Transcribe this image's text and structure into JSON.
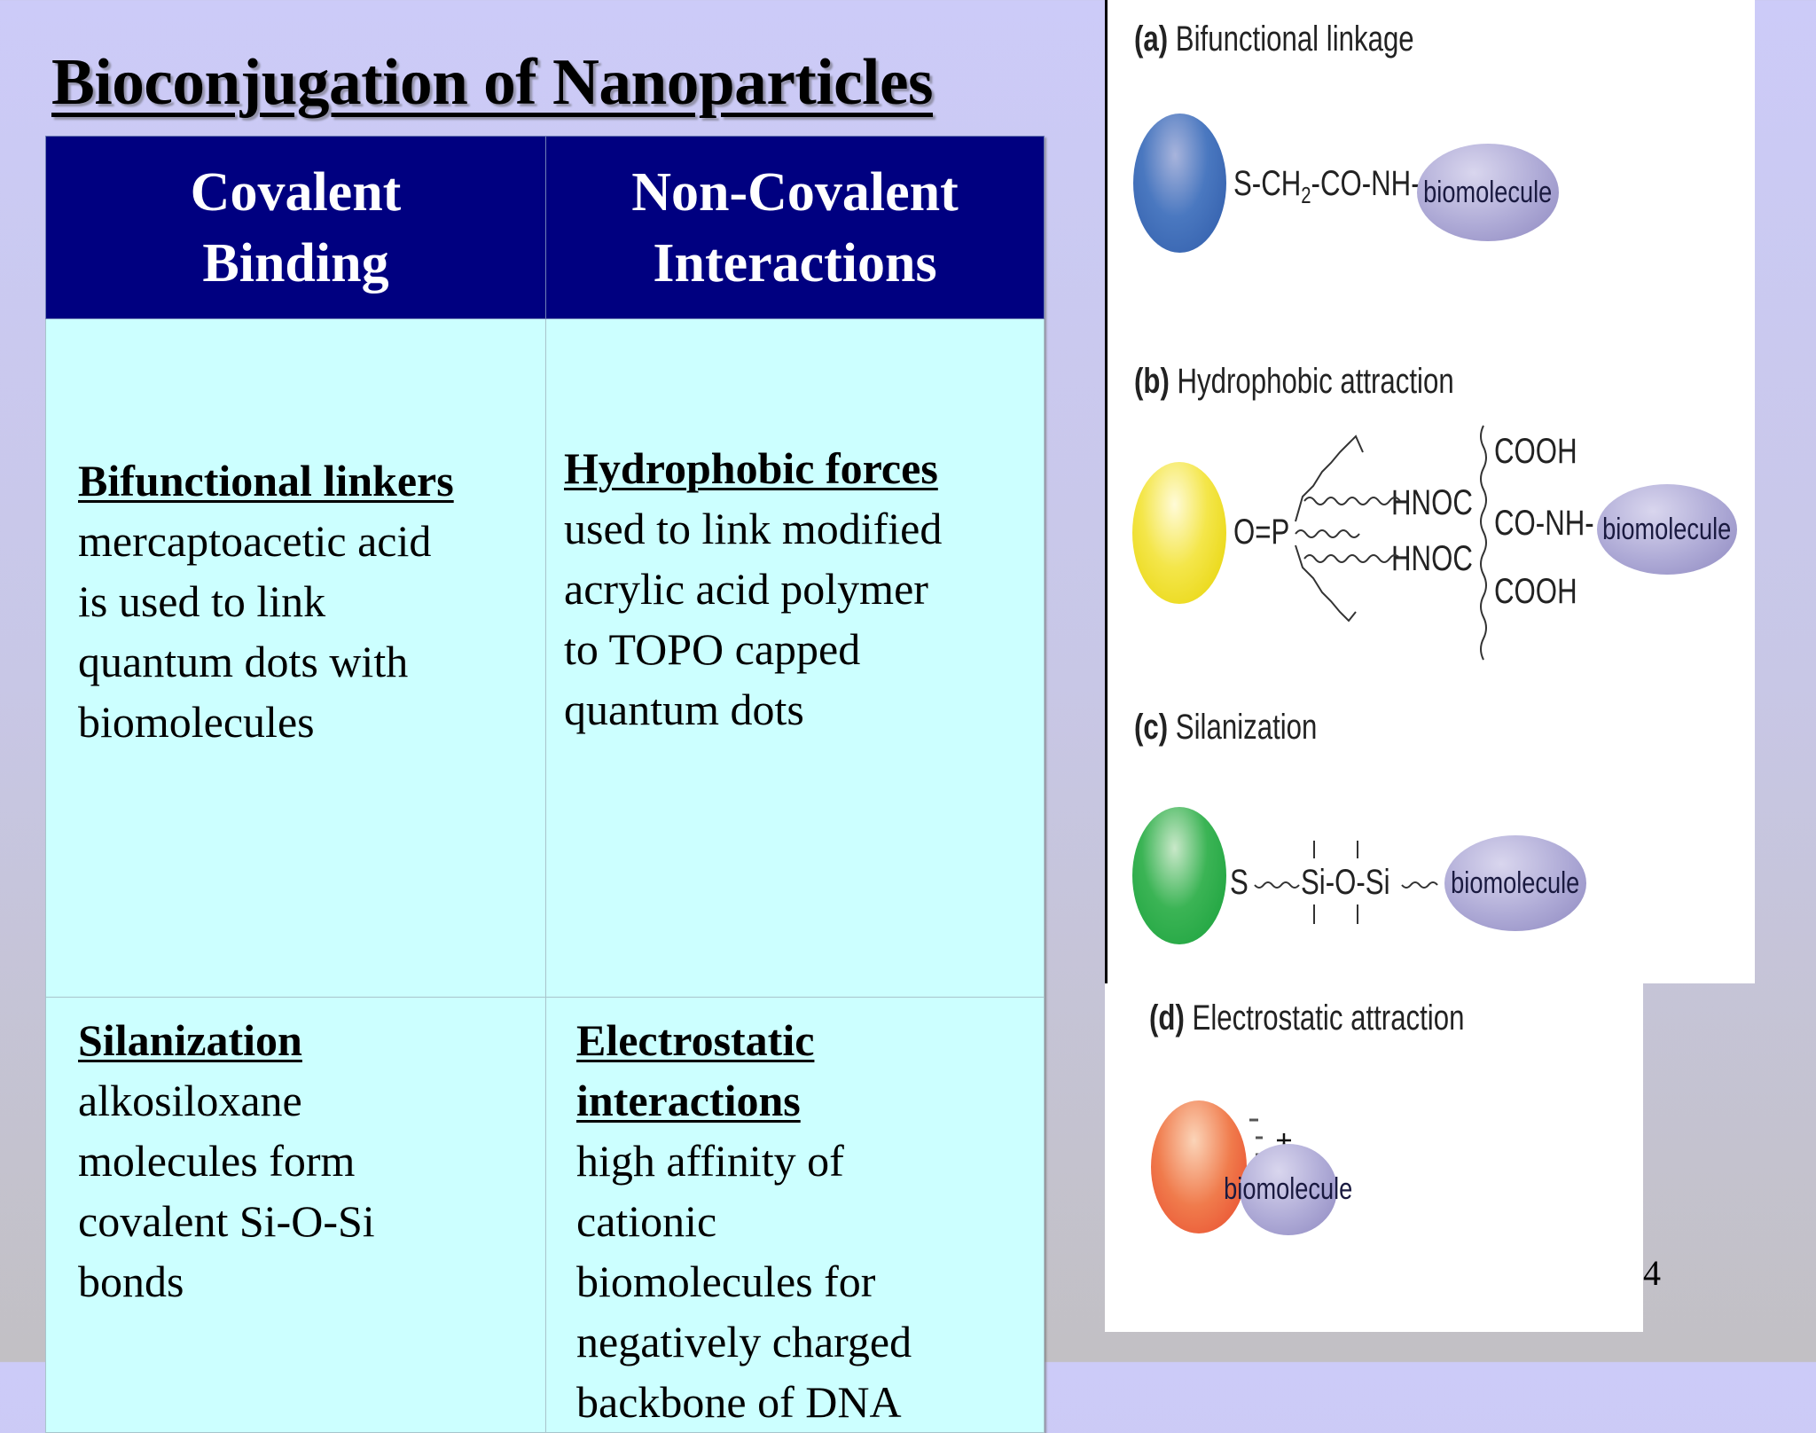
{
  "slide": {
    "title": "Bioconjugation of Nanoparticles",
    "page_number": "4"
  },
  "table": {
    "headers": [
      "Covalent Binding",
      "Non-Covalent Interactions"
    ],
    "header_lines": [
      [
        "Covalent",
        "Binding"
      ],
      [
        "Non-Covalent",
        "Interactions"
      ]
    ],
    "rows": [
      [
        {
          "heading": "Bifunctional linkers",
          "body": "mercaptoacetic acid\nis used to link\nquantum dots with\nbiomolecules"
        },
        {
          "heading": "Hydrophobic forces",
          "body": "used to link modified\nacrylic acid  polymer\nto TOPO capped\nquantum dots"
        }
      ],
      [
        {
          "heading": "Silanization",
          "body": "alkosiloxane\nmolecules form\ncovalent Si-O-Si\nbonds"
        },
        {
          "heading": "Electrostatic\ninteractions",
          "body": "high affinity of\ncationic\nbiomolecules for\nnegatively charged\nbackbone of DNA"
        }
      ]
    ],
    "colors": {
      "header_bg": "#000080",
      "header_text": "#ffffff",
      "cell_bg": "#ccffff"
    }
  },
  "figure": {
    "panels": [
      {
        "letter": "(a)",
        "label": "Bifunctional linkage",
        "linker": "S-CH",
        "subscript": "2",
        "linker_rest": "-CO-NH-",
        "biomolecule": "biomolecule",
        "sphere_color": "#3f6fb8"
      },
      {
        "letter": "(b)",
        "label": "Hydrophobic attraction",
        "op": "O=P",
        "hnoc1": "HNOC",
        "hnoc2": "HNOC",
        "cooh1": "COOH",
        "conh": "CO-NH-",
        "cooh2": "COOH",
        "biomolecule": "biomolecule",
        "sphere_color": "#f2e23a"
      },
      {
        "letter": "(c)",
        "label": "Silanization",
        "s": "S",
        "siosi": "Si-O-Si",
        "biomolecule": "biomolecule",
        "sphere_color": "#23a43f"
      },
      {
        "letter": "(d)",
        "label": "Electrostatic attraction",
        "biomolecule": "biomolecule",
        "sphere_color": "#ec5a32",
        "charges_neg": "−",
        "charges_pos": "+"
      }
    ]
  }
}
